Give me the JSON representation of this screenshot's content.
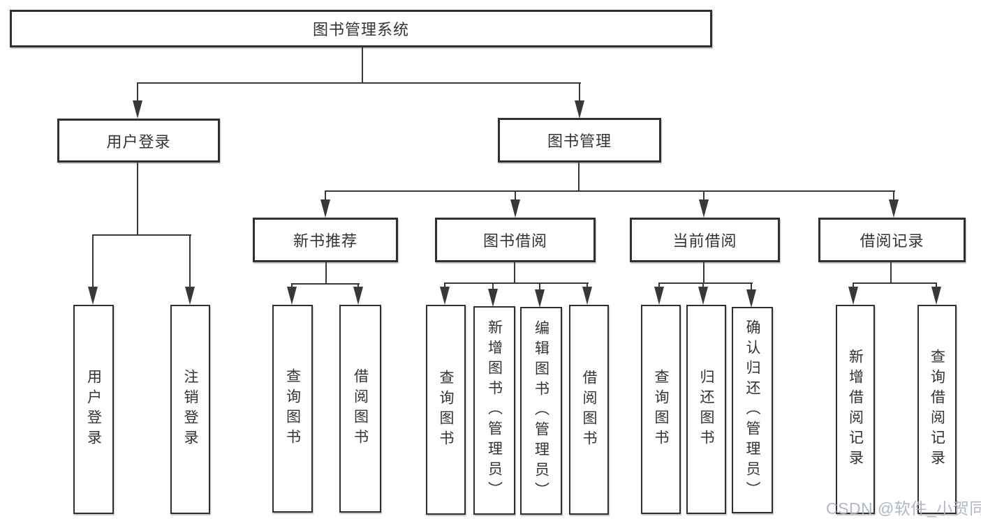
{
  "diagram": {
    "type": "hierarchy-tree",
    "root_label": "图书管理系统",
    "hierarchy": {
      "图书管理系统": {
        "用户登录": [
          "用户登录",
          "注销登录"
        ],
        "图书管理": {
          "新书推荐": [
            "查询图书",
            "借阅图书"
          ],
          "图书借阅": [
            "查询图书",
            "新增图书（管理员）",
            "编辑图书（管理员）",
            "借阅图书"
          ],
          "当前借阅": [
            "查询图书",
            "归还图书",
            "确认归还（管理员）"
          ],
          "借阅记录": [
            "新增借阅记录",
            "查询借阅记录"
          ]
        }
      }
    }
  },
  "nodes": {
    "root": "图书管理系统",
    "user_login": "用户登录",
    "book_mgmt": "图书管理",
    "new_book_rec": "新书推荐",
    "book_borrow": "图书借阅",
    "current_borrow": "当前借阅",
    "borrow_records": "借阅记录",
    "ul_user_login": "用户登录",
    "ul_logout": "注销登录",
    "nr_query_book": "查询图书",
    "nr_borrow_book": "借阅图书",
    "bb_query_book": "查询图书",
    "bb_add_book": "新增图书（管理员）",
    "bb_edit_book": "编辑图书（管理员）",
    "bb_borrow_book": "借阅图书",
    "cb_query_book": "查询图书",
    "cb_return_book": "归还图书",
    "cb_confirm_return": "确认归还（管理员）",
    "br_add_record": "新增借阅记录",
    "br_query_record": "查询借阅记录"
  },
  "watermark": {
    "text": "CSDN @软件_小贺同学"
  },
  "colors": {
    "background": "#ffffff",
    "box_border": "#2f2f2f",
    "connector_line": "#383838",
    "text": "#333333",
    "watermark": "#aeb4c0"
  }
}
